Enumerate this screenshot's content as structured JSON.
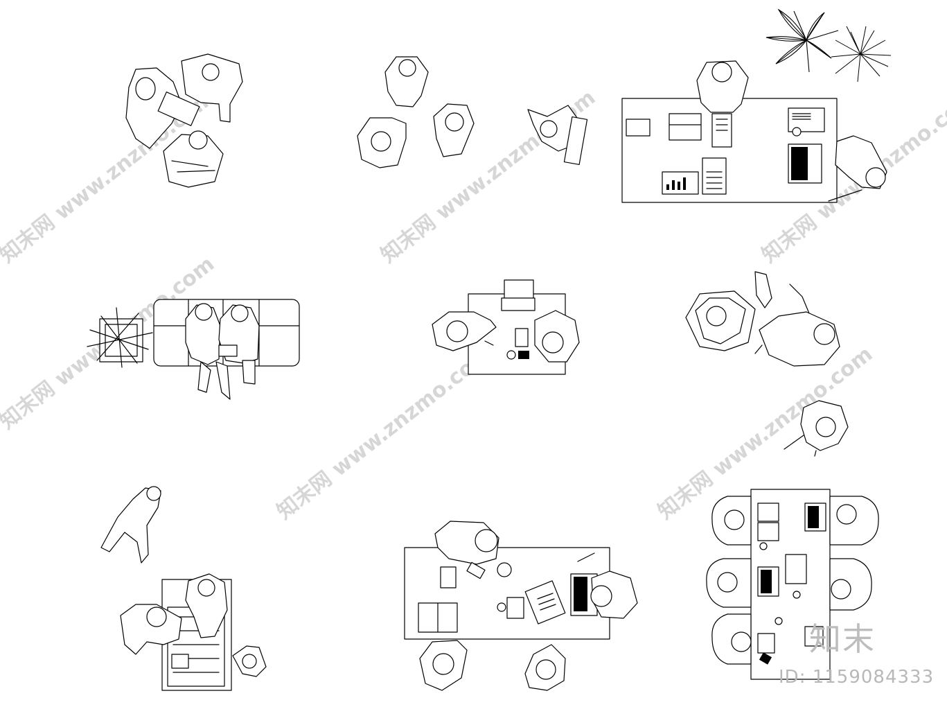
{
  "watermark": {
    "site_text": "知末网 www.znzmo.com",
    "brand": "知末",
    "id_label": "ID: 1159084333"
  },
  "drawing": {
    "style": "black line art on white background",
    "colors": {
      "line": "#000000",
      "background": "#ffffff",
      "watermark": "#cccccc"
    }
  }
}
